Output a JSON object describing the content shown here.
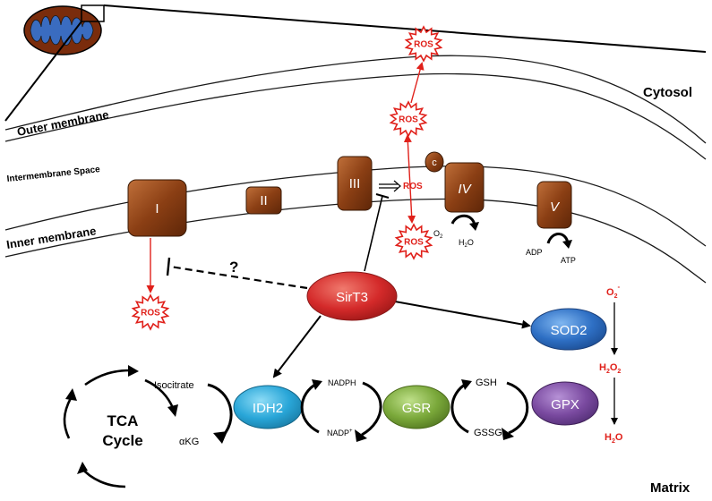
{
  "regions": {
    "cytosol": "Cytosol",
    "outer_membrane": "Outer membrane",
    "intermembrane_space": "Intermembrane Space",
    "inner_membrane": "Inner membrane",
    "matrix": "Matrix"
  },
  "complexes": {
    "c1": "I",
    "c2": "II",
    "c3": "III",
    "c4": "IV",
    "c5": "V",
    "cytc": "c"
  },
  "ros": {
    "label": "ROS",
    "arrow_label": "ROS"
  },
  "chemicals": {
    "o2": "O",
    "o2_sub": "2",
    "h2o_c4": "H",
    "h2o_c4_sub": "2",
    "h2o_c4_tail": "O",
    "adp": "ADP",
    "atp": "ATP"
  },
  "question_mark": "?",
  "enzymes": {
    "sirt3": "SirT3",
    "sod2": "SOD2",
    "idh2": "IDH2",
    "gsr": "GSR",
    "gpx": "GPX"
  },
  "metabolites": {
    "isocitrate": "Isocitrate",
    "akg": "αKG",
    "nadph": "NADPH",
    "nadp": "NADP",
    "nadp_sup": "+",
    "gsh": "GSH",
    "gssg": "GSSG"
  },
  "tca": {
    "line1": "TCA",
    "line2": "Cycle"
  },
  "sod_chain": {
    "superoxide": "O",
    "superoxide_sub": "2",
    "superoxide_sup": "-",
    "h2o2": "H",
    "h2o2_sub1": "2",
    "h2o2_mid": "O",
    "h2o2_sub2": "2",
    "h2o": "H",
    "h2o_sub": "2",
    "h2o_tail": "O"
  },
  "colors": {
    "complex_brown": "#8b3f14",
    "ros_red": "#e0201a",
    "sirt3_red": "#d42a2a",
    "sod2_blue": "#2e6fc4",
    "idh2_cyan": "#29a6d8",
    "gsr_green": "#7aa83a",
    "gpx_purple": "#7a4aa0",
    "mito_blue": "#3a6cc0"
  }
}
